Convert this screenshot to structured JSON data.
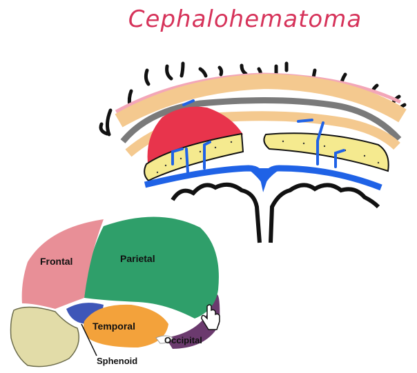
{
  "title": "Cephalohematoma",
  "skull_labels": {
    "frontal": "Frontal",
    "parietal": "Parietal",
    "temporal": "Temporal",
    "occipital": "Occipital",
    "sphenoid": "Sphenoid"
  },
  "colors": {
    "title": "#d6335a",
    "hematoma": "#e8344c",
    "bone": "#f5ea8f",
    "periosteum": "#f4c98f",
    "galea": "#7a7a7a",
    "skin": "#f3a6b8",
    "dura_sinus": "#1f62e6",
    "frontal_bone": "#e88f97",
    "parietal_bone": "#2f9f6a",
    "temporal_bone": "#f3a23b",
    "sphenoid_bone": "#3e56b8",
    "occipital_bone": "#6b3a6e",
    "face_bones": "#e2dca8"
  },
  "icons": [
    "pointer-hand-icon"
  ]
}
